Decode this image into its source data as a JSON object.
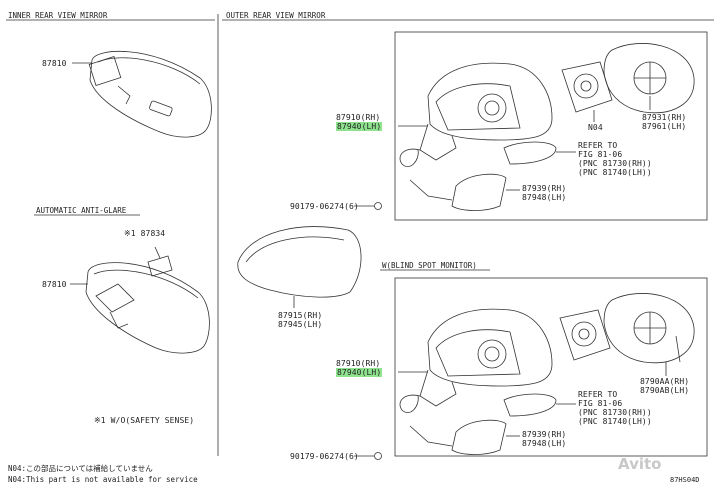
{
  "sections": {
    "inner": "INNER REAR VIEW MIRROR",
    "outer": "OUTER REAR VIEW MIRROR",
    "anti_glare": "AUTOMATIC ANTI-GLARE",
    "blind_spot": "W(BLIND SPOT MONITOR)"
  },
  "parts": {
    "p87810_top": "87810",
    "p87810_bottom": "87810",
    "p87834": "※1 87834",
    "safety_note": "※1 W/O(SAFETY SENSE)",
    "top_rh": "87910(RH)",
    "top_lh": "87940(LH)",
    "top_n04": "N04",
    "top_glass_rh": "87931(RH)",
    "top_glass_lh": "87961(LH)",
    "top_refer": "REFER TO\nFIG 81-06\n(PNC 81730(RH))\n(PNC 81740(LH))",
    "top_cover_rh": "87939(RH)",
    "top_cover_lh": "87948(LH)",
    "top_screw": "90179-06274(6)",
    "cap_rh": "87915(RH)",
    "cap_lh": "87945(LH)",
    "bot_rh": "87910(RH)",
    "bot_lh": "87940(LH)",
    "bot_glass_rh": "8790AA(RH)",
    "bot_glass_lh": "8790AB(LH)",
    "bot_refer": "REFER TO\nFIG 81-06\n(PNC 81730(RH))\n(PNC 81740(LH))",
    "bot_cover_rh": "87939(RH)",
    "bot_cover_lh": "87948(LH)",
    "bot_screw": "90179-06274(6)"
  },
  "footnotes": {
    "jp": "N04:この部品については補給していません",
    "en": "N04:This part is not available for service"
  },
  "figure_code": "87HS04D",
  "watermark": "Avito",
  "colors": {
    "highlight": "#8fe38f",
    "line": "#333333"
  }
}
